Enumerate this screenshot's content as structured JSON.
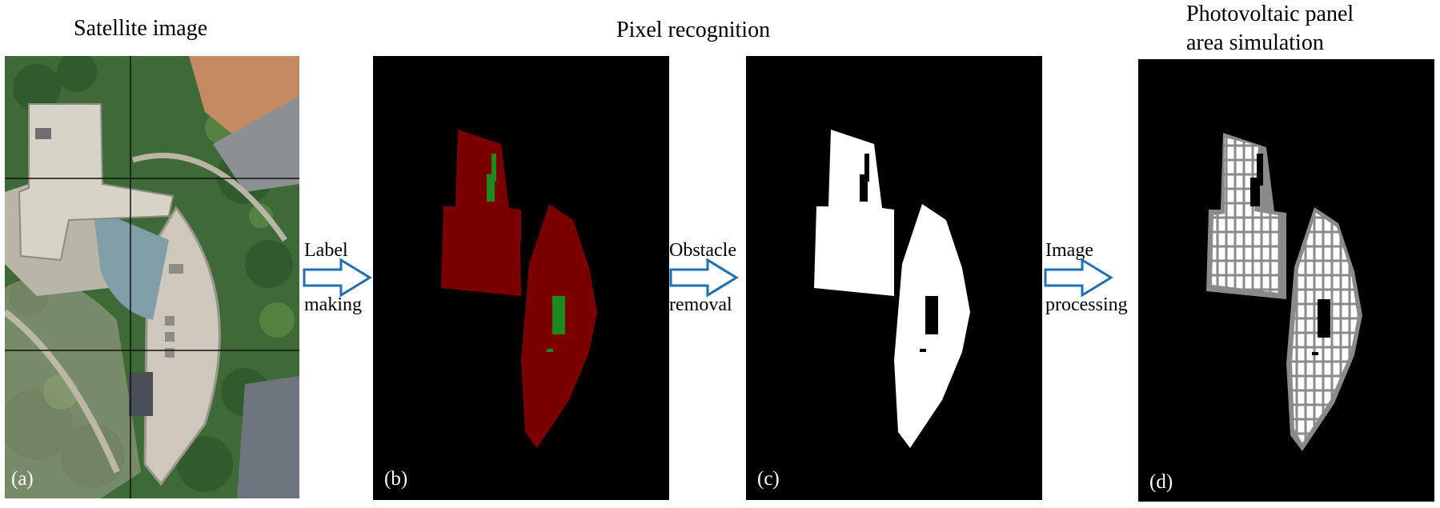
{
  "titles": {
    "satellite": "Satellite image",
    "pixel": "Pixel recognition",
    "pv_line1": "Photovoltaic panel",
    "pv_line2": "area simulation"
  },
  "panels": [
    {
      "tag": "(a)"
    },
    {
      "tag": "(b)"
    },
    {
      "tag": "(c)"
    },
    {
      "tag": "(d)"
    }
  ],
  "arrows": [
    {
      "top": "Label",
      "bottom": "making"
    },
    {
      "top": "Obstacle",
      "bottom": "removal"
    },
    {
      "top": "Image",
      "bottom": "processing"
    }
  ],
  "colors": {
    "background": "#000000",
    "roof_label": "#7a0000",
    "obstacle_label": "#1e8a1e",
    "roof_mask": "#ffffff",
    "pv_panel_fill": "#ffffff",
    "pv_grid_line": "#8a8a8a",
    "arrow_outline": "#1f6fb5"
  }
}
